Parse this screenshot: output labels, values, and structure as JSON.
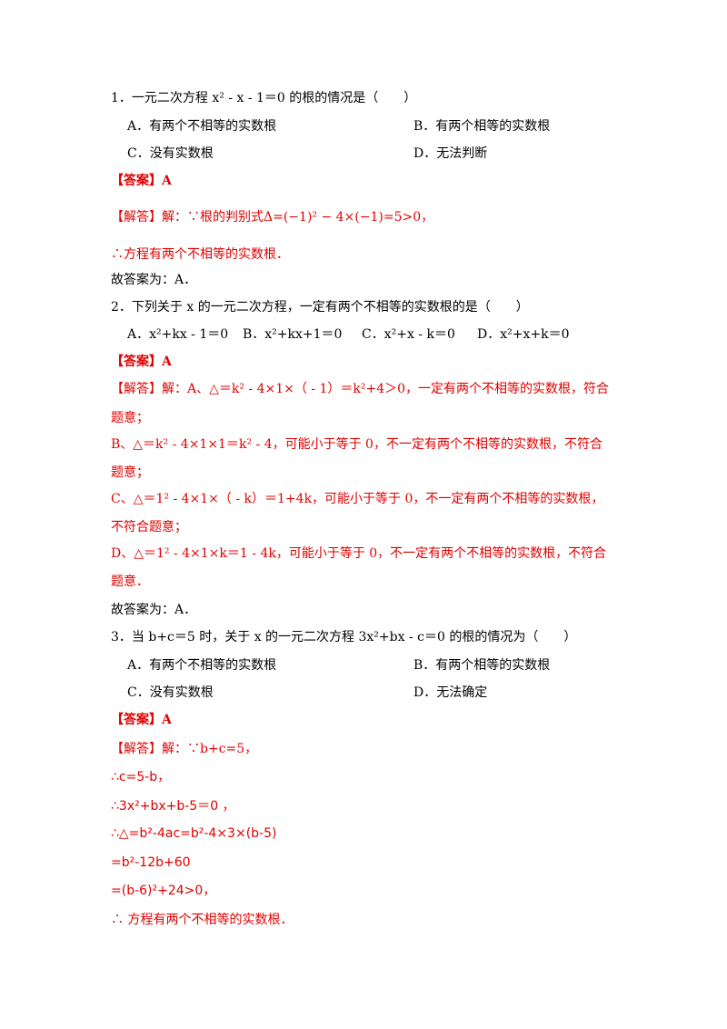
{
  "q1": {
    "stem": "1．一元二次方程 x² - x - 1＝0 的根的情况是（　　）",
    "options": [
      "A．有两个不相等的实数根",
      "B．有两个相等的实数根",
      "C．没有实数根",
      "D．无法判断"
    ],
    "answer": "【答案】A",
    "solution_lines": [
      "【解答】解：∵根的判别式Δ=(−1)² − 4×(−1)=5>0，",
      "∴方程有两个不相等的实数根．"
    ],
    "final": "故答案为：A．"
  },
  "q2": {
    "stem": "2．下列关于 x 的一元二次方程，一定有两个不相等的实数根的是（　　）",
    "options": [
      "A．x²+kx - 1＝0",
      "B．x²+kx+1＝0",
      "C．x²+x - k＝0",
      "D．x²+x+k＝0"
    ],
    "answer": "【答案】A",
    "solution_lines": [
      "【解答】解：A、△＝k² - 4×1×（ - 1）＝k²+4＞0，一定有两个不相等的实数根，符合",
      "题意；",
      "B、△＝k² - 4×1×1＝k² - 4，可能小于等于 0，不一定有两个不相等的实数根，不符合",
      "题意；",
      "C、△＝1² - 4×1×（ - k）＝1+4k，可能小于等于 0，不一定有两个不相等的实数根，",
      "不符合题意；",
      "D、△＝1² - 4×1×k＝1 - 4k，可能小于等于 0，不一定有两个不相等的实数根，不符合",
      "题意．"
    ],
    "final": "故答案为：A．"
  },
  "q3": {
    "stem": "3．当 b+c＝5 时，关于 x 的一元二次方程 3x²+bx - c＝0 的根的情况为（　　）",
    "options": [
      "A．有两个不相等的实数根",
      "B．有两个相等的实数根",
      "C．没有实数根",
      "D．无法确定"
    ],
    "answer": "【答案】A",
    "solution_lines": [
      "【解答】解：∵b+c=5，",
      "∴c=5-b，",
      "∴3x²+bx+b-5＝0 ，",
      "∴△=b²-4ac=b²-4×3×(b-5)",
      "=b²-12b+60",
      "=(b-6)²+24>0，",
      "∴ 方程有两个不相等的实数根．"
    ]
  }
}
